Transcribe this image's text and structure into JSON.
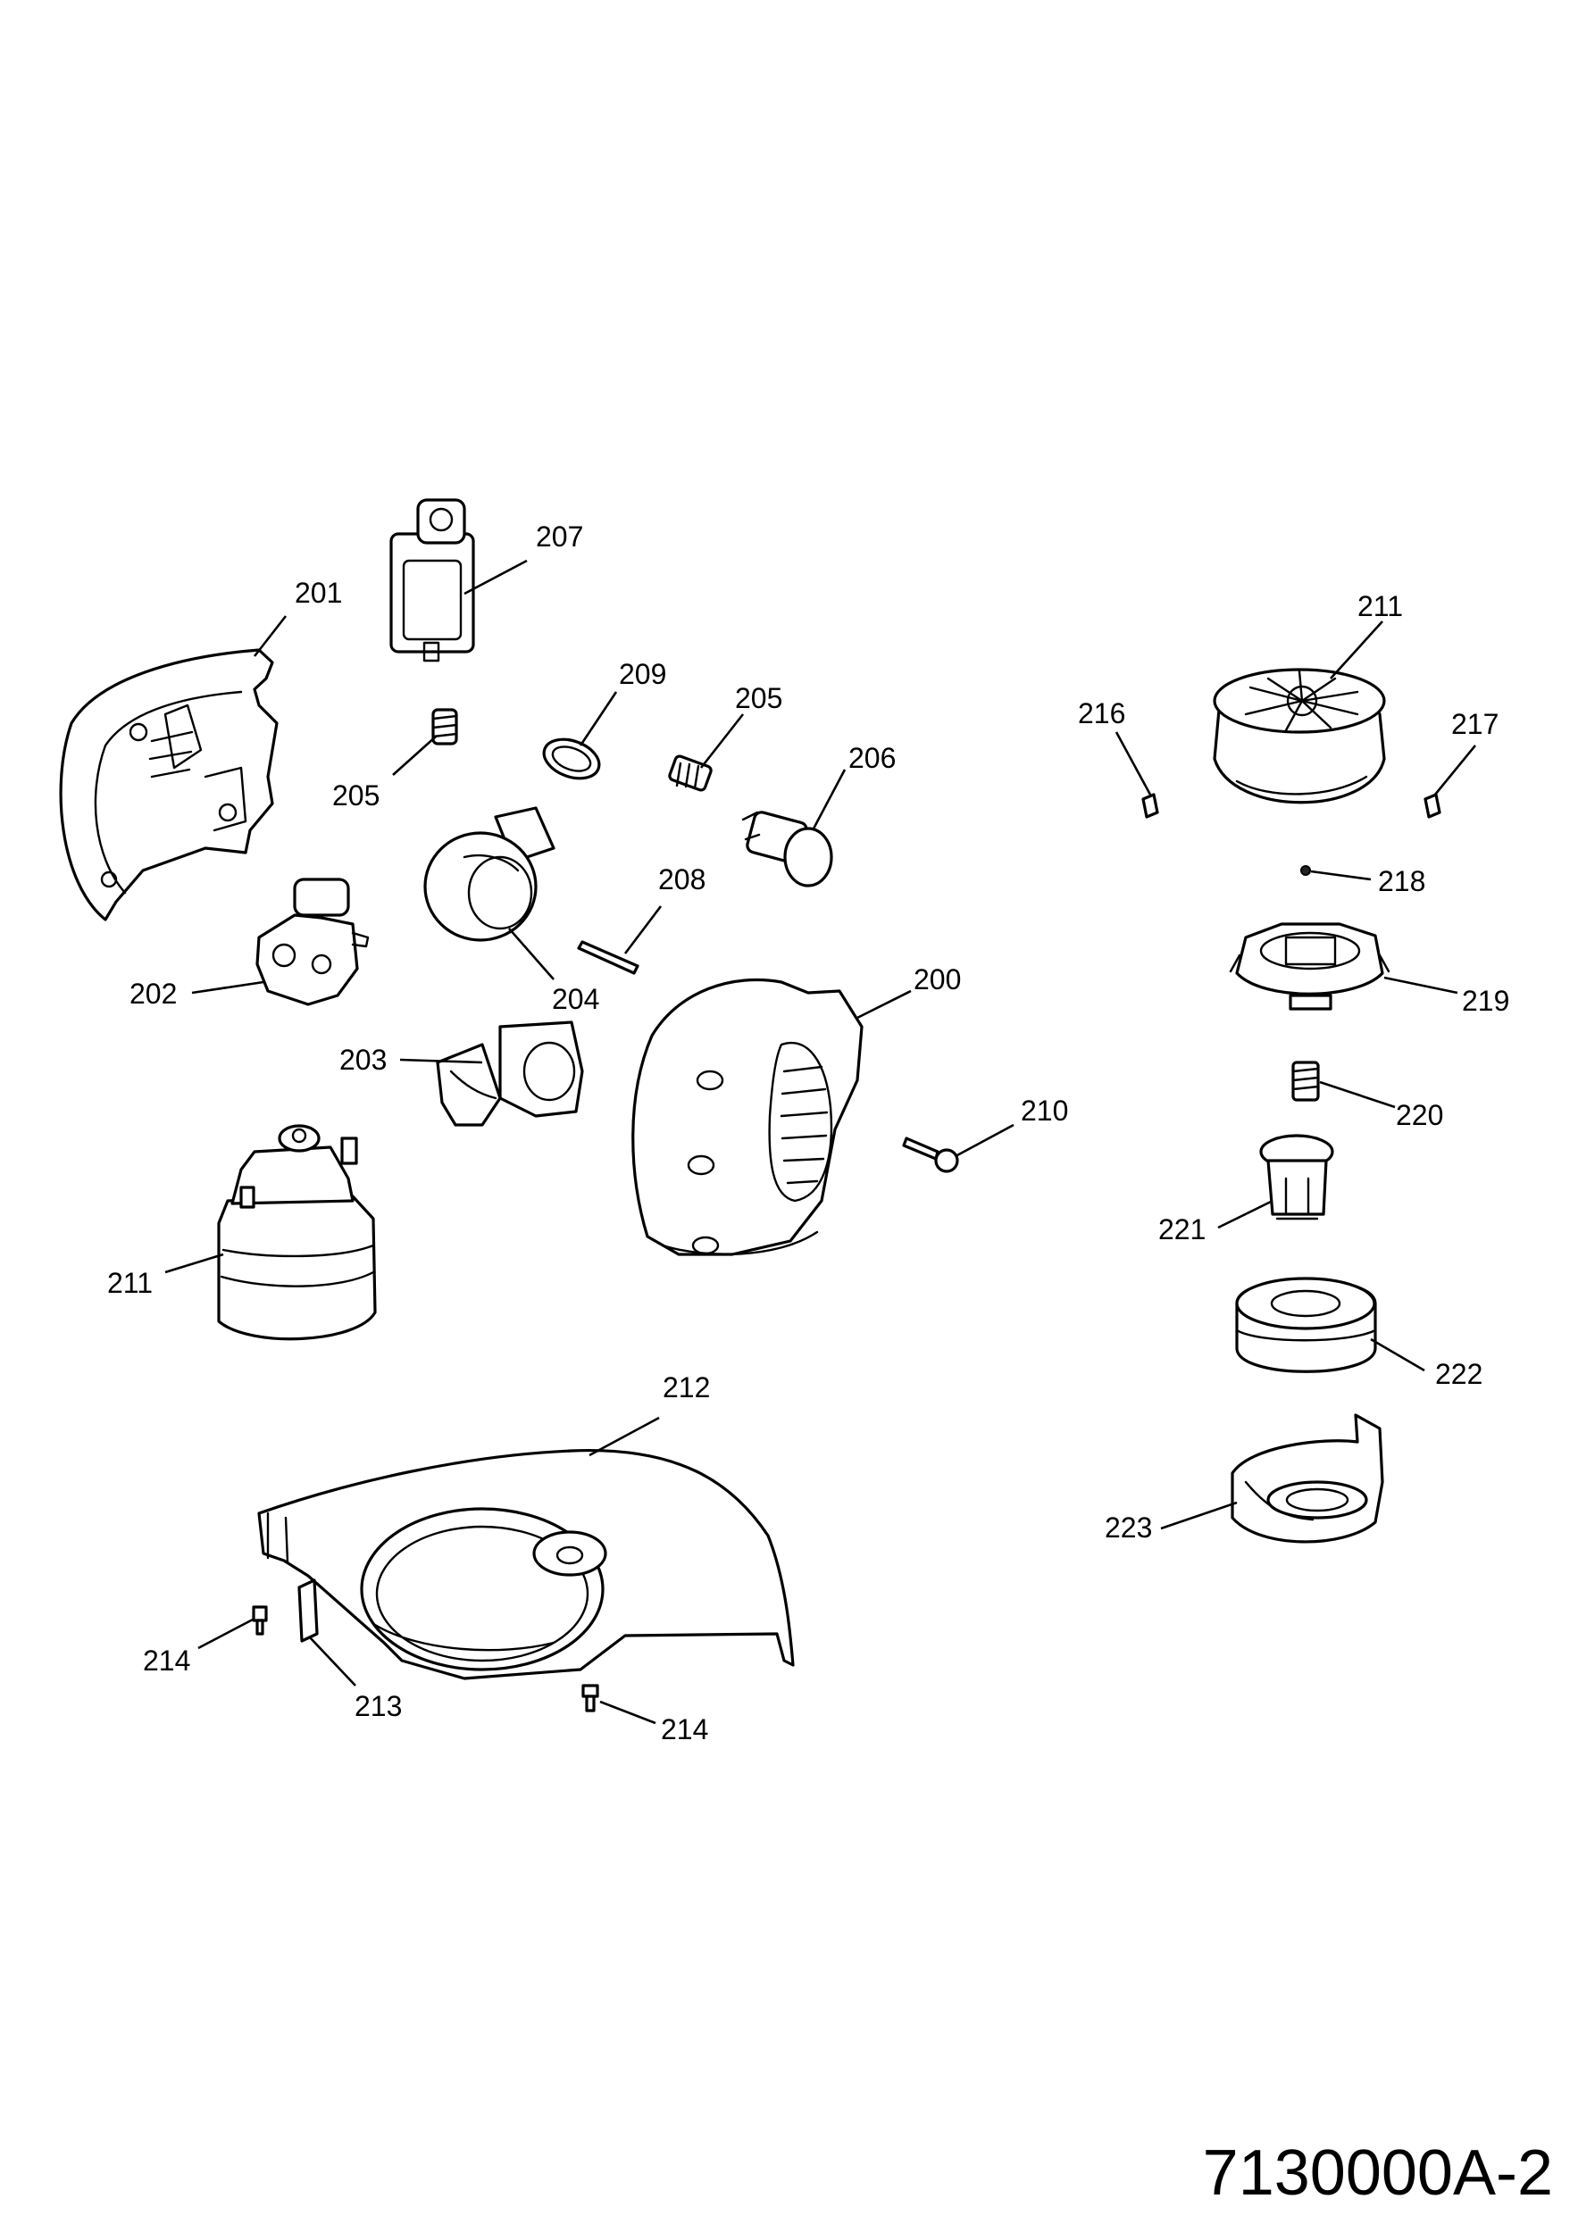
{
  "drawing_number": "7130000A-2",
  "callouts": [
    {
      "id": "c-207",
      "label": "207"
    },
    {
      "id": "c-201",
      "label": "201"
    },
    {
      "id": "c-209",
      "label": "209"
    },
    {
      "id": "c-205a",
      "label": "205"
    },
    {
      "id": "c-205b",
      "label": "205"
    },
    {
      "id": "c-206",
      "label": "206"
    },
    {
      "id": "c-208",
      "label": "208"
    },
    {
      "id": "c-204",
      "label": "204"
    },
    {
      "id": "c-202",
      "label": "202"
    },
    {
      "id": "c-200",
      "label": "200"
    },
    {
      "id": "c-203",
      "label": "203"
    },
    {
      "id": "c-210",
      "label": "210"
    },
    {
      "id": "c-211a",
      "label": "211"
    },
    {
      "id": "c-212",
      "label": "212"
    },
    {
      "id": "c-214a",
      "label": "214"
    },
    {
      "id": "c-213",
      "label": "213"
    },
    {
      "id": "c-214b",
      "label": "214"
    },
    {
      "id": "c-211b",
      "label": "211"
    },
    {
      "id": "c-216",
      "label": "216"
    },
    {
      "id": "c-217",
      "label": "217"
    },
    {
      "id": "c-218",
      "label": "218"
    },
    {
      "id": "c-219",
      "label": "219"
    },
    {
      "id": "c-220",
      "label": "220"
    },
    {
      "id": "c-221",
      "label": "221"
    },
    {
      "id": "c-222",
      "label": "222"
    },
    {
      "id": "c-223",
      "label": "223"
    }
  ]
}
